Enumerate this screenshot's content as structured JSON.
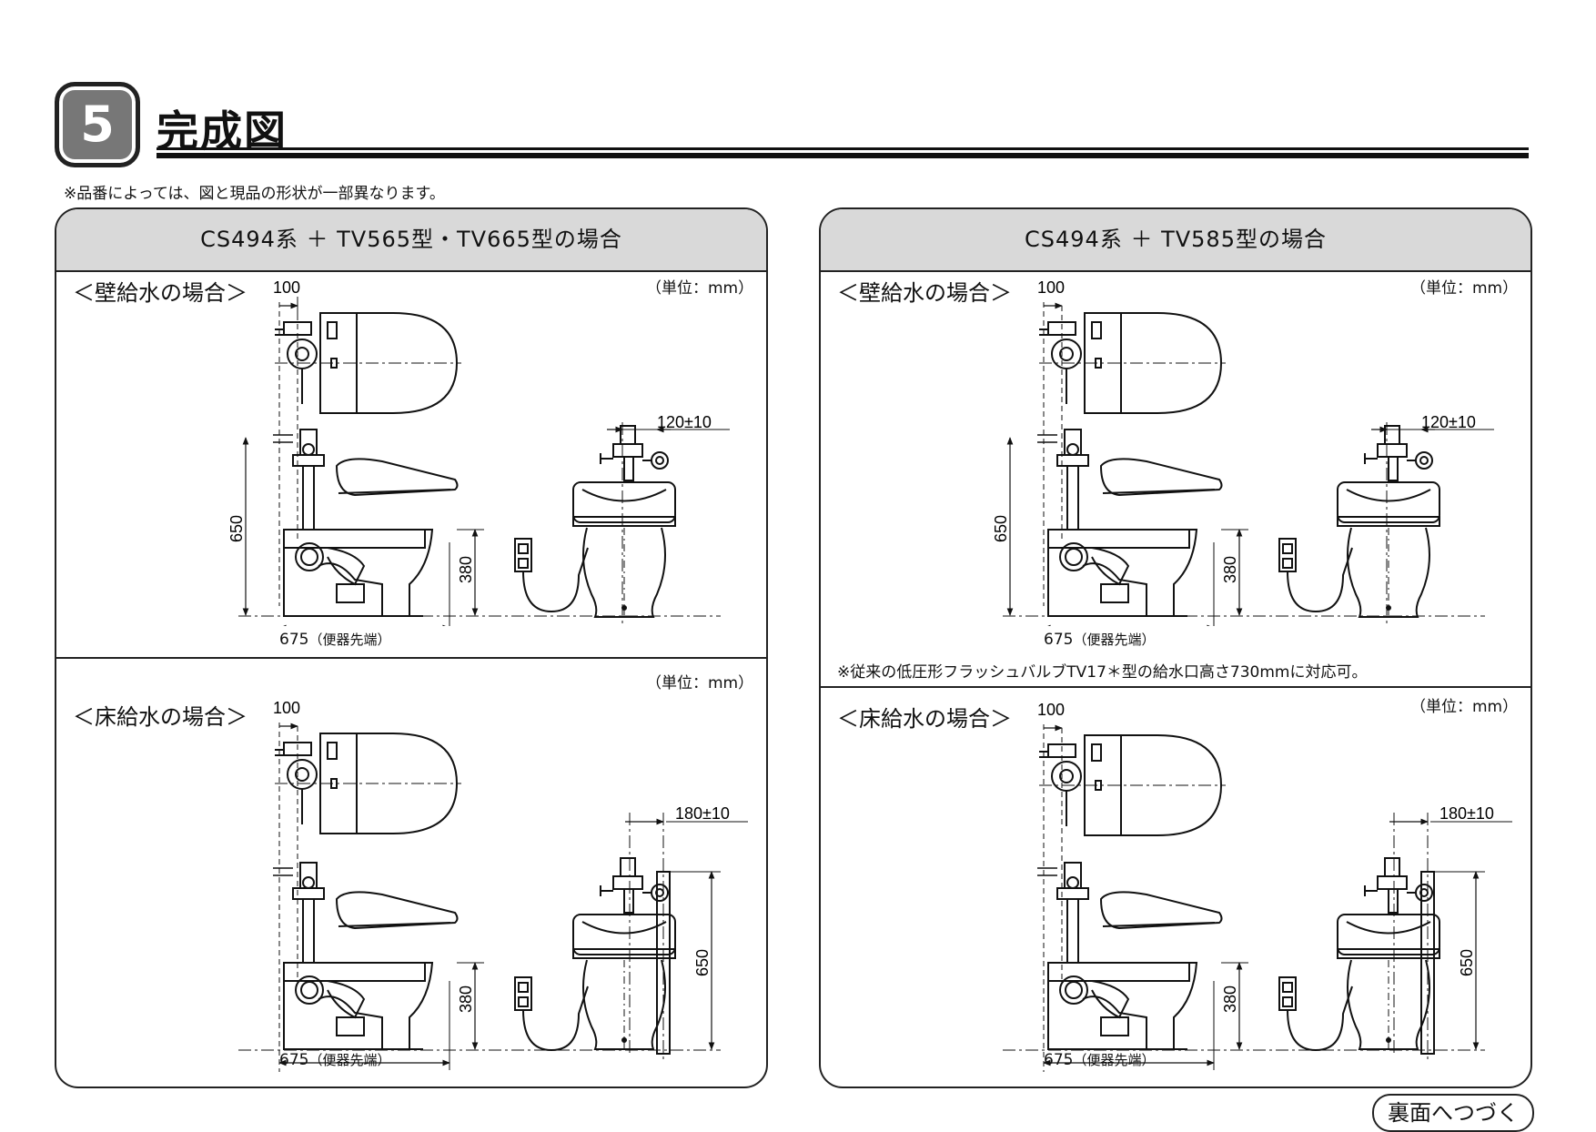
{
  "header": {
    "step_number": "5",
    "title": "完成図"
  },
  "note_top": "※品番によっては、図と現品の形状が一部異なります。",
  "panels": [
    {
      "title": "CS494系 ＋ TV565型・TV665型の場合",
      "wall": {
        "label": "＜壁給水の場合＞",
        "unit": "（単位：mm）",
        "dims": {
          "d100": "100",
          "d120": "120±10",
          "d650": "650",
          "d380": "380",
          "d675": "675",
          "d675_note": "（便器先端）"
        }
      },
      "floor": {
        "label": "＜床給水の場合＞",
        "unit": "（単位：mm）",
        "dims": {
          "d100": "100",
          "d180": "180±10",
          "d650": "650",
          "d380": "380",
          "d675": "675",
          "d675_note": "（便器先端）"
        }
      }
    },
    {
      "title": "CS494系 ＋ TV585型の場合",
      "wall": {
        "label": "＜壁給水の場合＞",
        "unit": "（単位：mm）",
        "dims": {
          "d100": "100",
          "d120": "120±10",
          "d650": "650",
          "d380": "380",
          "d675": "675",
          "d675_note": "（便器先端）"
        }
      },
      "note": "※従来の低圧形フラッシュバルブTV17＊型の給水口高さ730mmに対応可。",
      "floor": {
        "label": "＜床給水の場合＞",
        "unit": "（単位：mm）",
        "dims": {
          "d100": "100",
          "d180": "180±10",
          "d650": "650",
          "d380": "380",
          "d675": "675",
          "d675_note": "（便器先端）"
        }
      }
    }
  ],
  "footer": {
    "continue_label": "裏面へつづく"
  }
}
